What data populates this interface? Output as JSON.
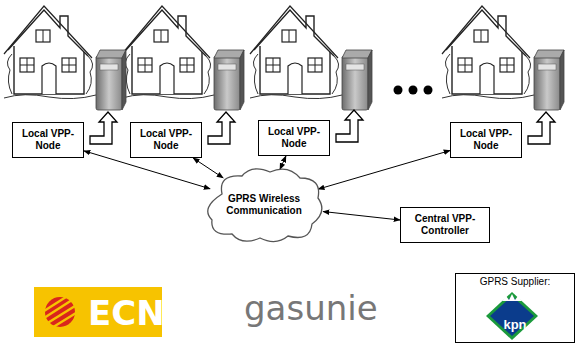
{
  "diagram": {
    "nodes": [
      {
        "text": [
          "Local VPP-Node"
        ]
      },
      {
        "text": [
          "Local VPP-Node"
        ]
      },
      {
        "text": [
          "Local VPP-Node"
        ]
      },
      {
        "text": [
          "Local VPP-Node"
        ]
      },
      {
        "text": [
          "GPRS Wireless Communication"
        ]
      },
      {
        "text": [
          "Central VPP-Controller"
        ]
      },
      {
        "text": [
          "GPRS Supplier:",
          "kpn"
        ]
      }
    ],
    "edges": [
      {
        "from": 0,
        "to": 4,
        "arrow": "both"
      },
      {
        "from": 1,
        "to": 4,
        "arrow": "both"
      },
      {
        "from": 2,
        "to": 4,
        "arrow": "both"
      },
      {
        "from": 3,
        "to": 4,
        "arrow": "both"
      },
      {
        "from": 4,
        "to": 5,
        "arrow": "both"
      }
    ],
    "labels": [
      "ECN",
      "gasunie"
    ]
  }
}
